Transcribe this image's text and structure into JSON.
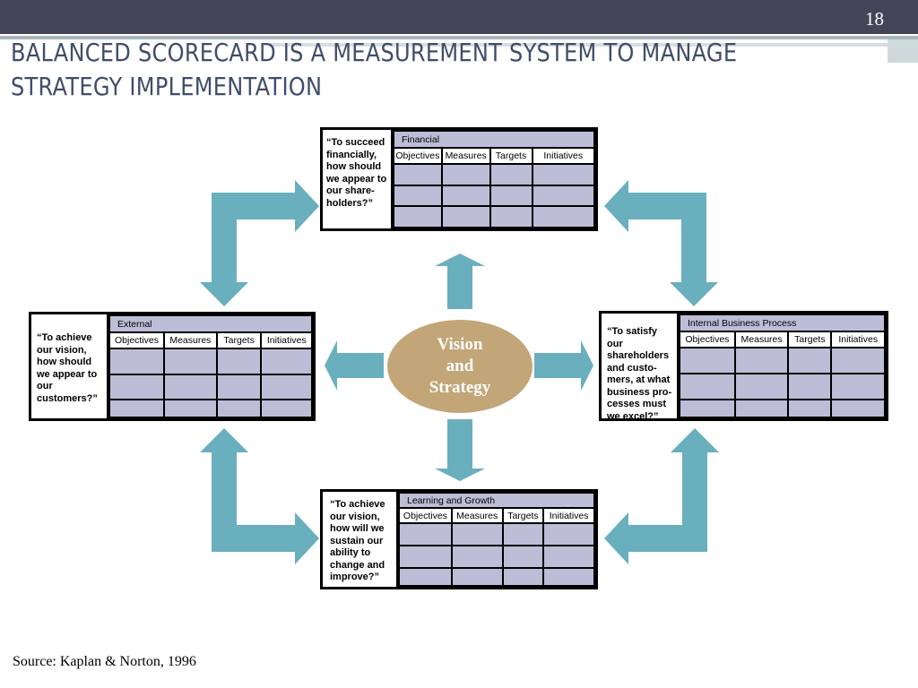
{
  "slide": {
    "number": "18",
    "title": "BALANCED SCORECARD IS A MEASUREMENT SYSTEM TO MANAGE\nSTRATEGY IMPLEMENTATION",
    "source": "Source: Kaplan & Norton, 1996"
  },
  "center": {
    "label": "Vision\nand\nStrategy"
  },
  "columns": [
    "Objectives",
    "Measures",
    "Targets",
    "Initiatives"
  ],
  "perspectives": {
    "financial": {
      "name": "Financial",
      "question": "“To succeed financially, how should we appear to our share-holders?”"
    },
    "customer": {
      "name": "External",
      "question": "“To achieve our vision, how should we appear to our customers?”"
    },
    "internal": {
      "name": "Internal Business Process",
      "question": "“To satisfy our shareholders and custo-mers, at what business pro-cesses must we excel?”"
    },
    "learning": {
      "name": "Learning and Growth",
      "question": "“To achieve our vision, how will we sustain our ability to change and improve?”"
    }
  },
  "colors": {
    "header_bar": "#464459",
    "title_text": "#3f4d6b",
    "arrow": "#6aafbd",
    "oval": "#c2a678",
    "cell_fill": "#bcbdd6"
  }
}
